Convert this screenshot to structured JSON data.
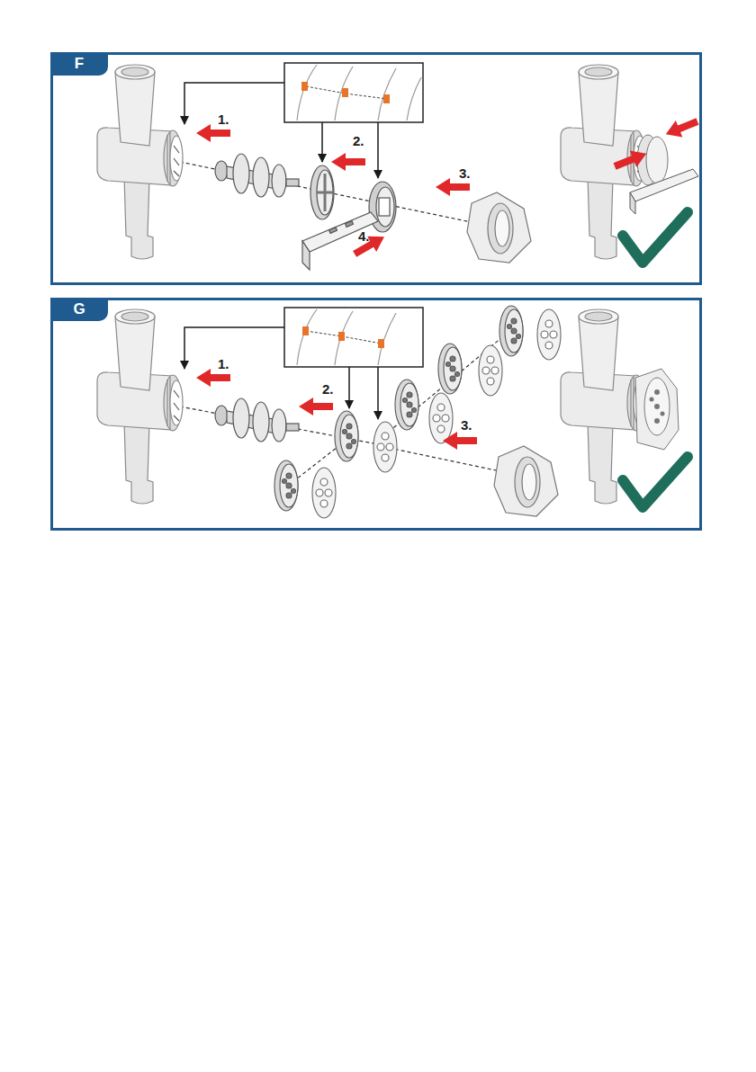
{
  "diagram": {
    "nodes": [
      {
        "text": [
          "F"
        ]
      },
      {
        "text": [
          "G"
        ]
      }
    ],
    "labels": [
      "1.",
      "2.",
      "3.",
      "4.",
      "1.",
      "2.",
      "3."
    ]
  }
}
